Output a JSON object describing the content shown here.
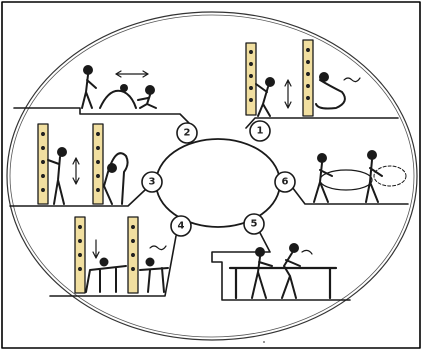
{
  "stations": [
    {
      "number": "1"
    },
    {
      "number": "2"
    },
    {
      "number": "3"
    },
    {
      "number": "4"
    },
    {
      "number": "5"
    },
    {
      "number": "6"
    }
  ]
}
